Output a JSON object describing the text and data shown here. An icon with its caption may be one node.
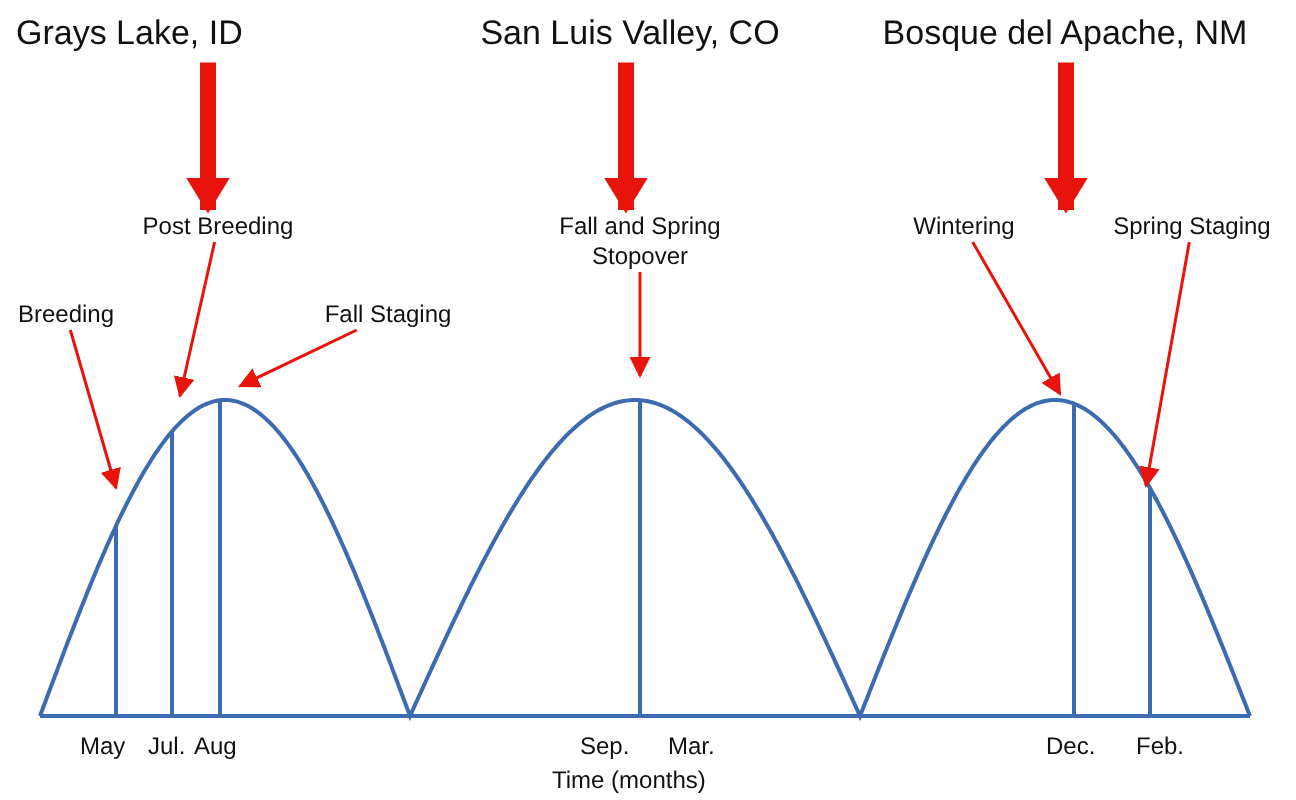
{
  "diagram": {
    "nodes": [
      {
        "text": [
          "Grays Lake, ID"
        ]
      },
      {
        "text": [
          "San Luis Valley, CO"
        ]
      },
      {
        "text": [
          "Bosque del Apache, NM"
        ]
      },
      {
        "text": [
          "Post Breeding"
        ]
      },
      {
        "text": [
          "Fall and Spring Stopover"
        ]
      },
      {
        "text": [
          "Wintering"
        ]
      },
      {
        "text": [
          "Spring Staging"
        ]
      },
      {
        "text": [
          "Breeding"
        ]
      },
      {
        "text": [
          "Fall Staging"
        ]
      }
    ],
    "edges": [
      {
        "from": 0,
        "to": 3,
        "arrow": "to",
        "style": "thick"
      },
      {
        "from": 1,
        "to": 4,
        "arrow": "to",
        "style": "thick"
      },
      {
        "from": 2,
        "to": 5,
        "arrow": "to",
        "style": "thick"
      },
      {
        "from": 7,
        "to": null,
        "arrow": "to"
      },
      {
        "from": 3,
        "to": null,
        "arrow": "to"
      },
      {
        "from": 8,
        "to": null,
        "arrow": "to"
      },
      {
        "from": 4,
        "to": null,
        "arrow": "to"
      },
      {
        "from": 5,
        "to": null,
        "arrow": "to"
      },
      {
        "from": 6,
        "to": null,
        "arrow": "to"
      }
    ],
    "labels": [
      "May",
      "Jul.",
      "Aug",
      "Sep.",
      "Mar.",
      "Dec.",
      "Feb.",
      "Time (months)"
    ]
  }
}
